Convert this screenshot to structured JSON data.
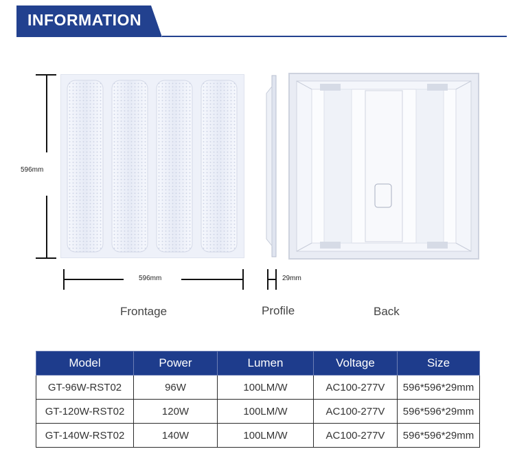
{
  "header": {
    "title": "INFORMATION"
  },
  "dimensions": {
    "front_height": "596mm",
    "front_width": "596mm",
    "profile_depth": "29mm"
  },
  "captions": {
    "front": "Frontage",
    "profile": "Profile",
    "back": "Back"
  },
  "colors": {
    "accent": "#22418f",
    "table_header": "#1e3c8c"
  },
  "table": {
    "headers": [
      "Model",
      "Power",
      "Lumen",
      "Voltage",
      "Size"
    ],
    "rows": [
      [
        "GT-96W-RST02",
        "96W",
        "100LM/W",
        "AC100-277V",
        "596*596*29mm"
      ],
      [
        "GT-120W-RST02",
        "120W",
        "100LM/W",
        "AC100-277V",
        "596*596*29mm"
      ],
      [
        "GT-140W-RST02",
        "140W",
        "100LM/W",
        "AC100-277V",
        "596*596*29mm"
      ]
    ]
  }
}
